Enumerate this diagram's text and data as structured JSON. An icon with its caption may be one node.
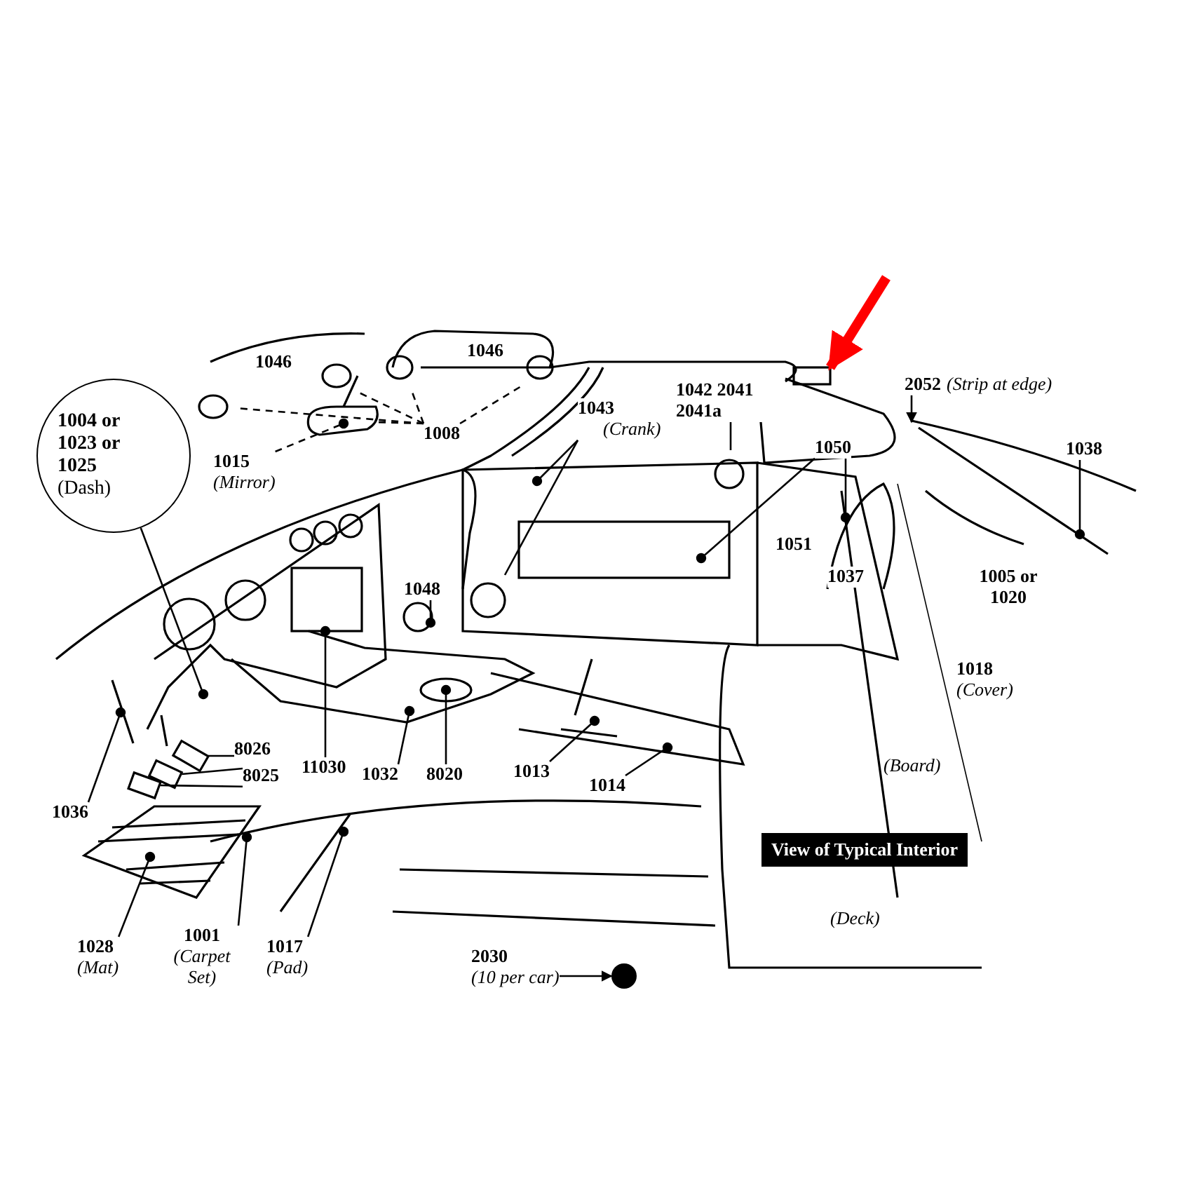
{
  "diagram": {
    "caption": "View of Typical Interior",
    "nodes": [
      {
        "text": [
          "1004 or 1023 or 1025",
          "(Dash)"
        ]
      },
      {
        "text": [
          "1046"
        ]
      },
      {
        "text": [
          "1046"
        ]
      },
      {
        "text": [
          "1008"
        ]
      },
      {
        "text": [
          "1015",
          "(Mirror)"
        ]
      },
      {
        "text": [
          "1043",
          "(Crank)"
        ]
      },
      {
        "text": [
          "1042 2041 2041a"
        ]
      },
      {
        "text": [
          "2052",
          "(Strip at edge)"
        ]
      },
      {
        "text": [
          "1050"
        ]
      },
      {
        "text": [
          "1051"
        ]
      },
      {
        "text": [
          "1037"
        ]
      },
      {
        "text": [
          "1038"
        ]
      },
      {
        "text": [
          "1005 or 1020"
        ]
      },
      {
        "text": [
          "1048"
        ]
      },
      {
        "text": [
          "1018",
          "(Cover)"
        ]
      },
      {
        "text": [
          "8026"
        ]
      },
      {
        "text": [
          "8025"
        ]
      },
      {
        "text": [
          "1036"
        ]
      },
      {
        "text": [
          "11030"
        ]
      },
      {
        "text": [
          "1032"
        ]
      },
      {
        "text": [
          "8020"
        ]
      },
      {
        "text": [
          "1013"
        ]
      },
      {
        "text": [
          "1014"
        ]
      },
      {
        "text": [
          "1028",
          "(Mat)"
        ]
      },
      {
        "text": [
          "1001",
          "(Carpet Set)"
        ]
      },
      {
        "text": [
          "1017",
          "(Pad)"
        ]
      },
      {
        "text": [
          "2030",
          "(10 per car)"
        ]
      },
      {
        "text": [],
        "shape": "circle"
      },
      {
        "text": [],
        "shape": "box"
      },
      {
        "text": [],
        "shape": "box"
      },
      {
        "text": [],
        "shape": "box"
      },
      {
        "text": [],
        "shape": "box"
      }
    ],
    "edges": [
      {
        "from": 0,
        "to": null,
        "arrow": "other"
      },
      {
        "from": 3,
        "to": null,
        "arrow": "none",
        "style": "dashed"
      },
      {
        "from": 3,
        "to": null,
        "arrow": "none",
        "style": "dashed"
      },
      {
        "from": 3,
        "to": null,
        "arrow": "none",
        "style": "dashed"
      },
      {
        "from": 3,
        "to": null,
        "arrow": "none",
        "style": "dashed"
      },
      {
        "from": 3,
        "to": null,
        "arrow": "none",
        "style": "dashed"
      },
      {
        "from": 4,
        "to": null,
        "arrow": "other",
        "style": "dashed"
      },
      {
        "from": 5,
        "to": null,
        "arrow": "other"
      },
      {
        "from": 5,
        "to": null,
        "arrow": "none"
      },
      {
        "from": 6,
        "to": null,
        "arrow": "none"
      },
      {
        "from": 7,
        "to": null,
        "arrow": "to"
      },
      {
        "from": 8,
        "to": null,
        "arrow": "other"
      },
      {
        "from": 8,
        "to": null,
        "arrow": "other"
      },
      {
        "from": 11,
        "to": null,
        "arrow": "other"
      },
      {
        "from": 13,
        "to": null,
        "arrow": "other"
      },
      {
        "from": 15,
        "to": 29,
        "arrow": "none"
      },
      {
        "from": 16,
        "to": 30,
        "arrow": "none"
      },
      {
        "from": 16,
        "to": 31,
        "arrow": "none"
      },
      {
        "from": 17,
        "to": null,
        "arrow": "other"
      },
      {
        "from": 18,
        "to": null,
        "arrow": "other"
      },
      {
        "from": 19,
        "to": null,
        "arrow": "other"
      },
      {
        "from": 20,
        "to": null,
        "arrow": "other"
      },
      {
        "from": 21,
        "to": null,
        "arrow": "other"
      },
      {
        "from": 22,
        "to": null,
        "arrow": "other"
      },
      {
        "from": 23,
        "to": null,
        "arrow": "other"
      },
      {
        "from": 24,
        "to": null,
        "arrow": "other"
      },
      {
        "from": 25,
        "to": null,
        "arrow": "other"
      },
      {
        "from": 26,
        "to": 27,
        "arrow": "to"
      },
      {
        "from": null,
        "to": 28,
        "arrow": "to",
        "style": "thick",
        "color": "#ff0000"
      }
    ],
    "labels": [
      "(Board)",
      "(Deck)"
    ]
  }
}
